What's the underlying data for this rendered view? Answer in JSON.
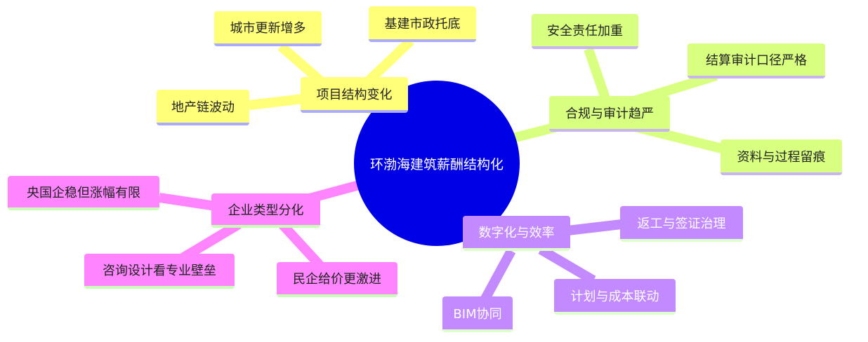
{
  "center": "环渤海建筑薪酬结构化",
  "colors": {
    "center": "#0000e6",
    "yellow": "#ffff78",
    "green": "#d9ff80",
    "pink": "#ff85ff",
    "purple": "#c38aff"
  },
  "branches": [
    {
      "label": "项目结构变化",
      "children": [
        "城市更新增多",
        "基建市政托底",
        "地产链波动"
      ]
    },
    {
      "label": "合规与审计趋严",
      "children": [
        "安全责任加重",
        "结算审计口径严格",
        "资料与过程留痕"
      ]
    },
    {
      "label": "企业类型分化",
      "children": [
        "央国企稳但涨幅有限",
        "咨询设计看专业壁垒",
        "民企给价更激进"
      ]
    },
    {
      "label": "数字化与效率",
      "children": [
        "返工与签证治理",
        "计划与成本联动",
        "BIM协同"
      ]
    }
  ]
}
